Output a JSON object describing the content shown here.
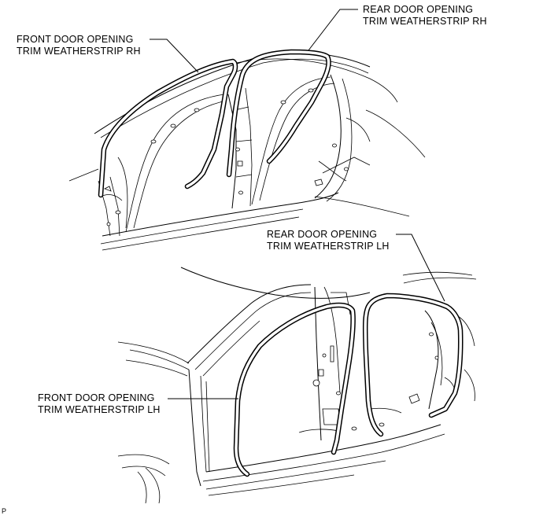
{
  "labels": {
    "front_rh": [
      "FRONT DOOR OPENING",
      "TRIM WEATHERSTRIP RH"
    ],
    "rear_rh": [
      "REAR DOOR OPENING",
      "TRIM WEATHERSTRIP RH"
    ],
    "rear_lh": [
      "REAR DOOR OPENING",
      "TRIM WEATHERSTRIP LH"
    ],
    "front_lh": [
      "FRONT DOOR OPENING",
      "TRIM WEATHERSTRIP LH"
    ]
  },
  "figure_code": "P"
}
